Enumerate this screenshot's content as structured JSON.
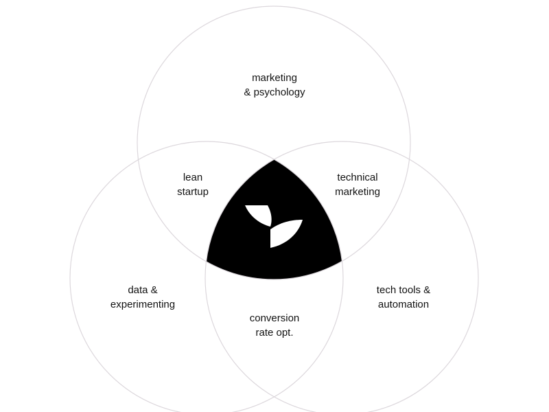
{
  "colors": {
    "background": "#ffffff",
    "circle_stroke": "#dcd7dc",
    "center": "#000000",
    "logo": "#ffffff",
    "text": "#111111"
  },
  "center_logo": {
    "icon": "leaf-sprout-logo-icon"
  },
  "labels": {
    "top": {
      "line1": "marketing",
      "line2": "& psychology"
    },
    "left": {
      "line1": "data &",
      "line2": "experimenting"
    },
    "right": {
      "line1": "tech tools &",
      "line2": "automation"
    },
    "top_left": {
      "line1": "lean",
      "line2": "startup"
    },
    "top_right": {
      "line1": "technical",
      "line2": "marketing"
    },
    "bottom": {
      "line1": "conversion",
      "line2": "rate opt."
    }
  }
}
